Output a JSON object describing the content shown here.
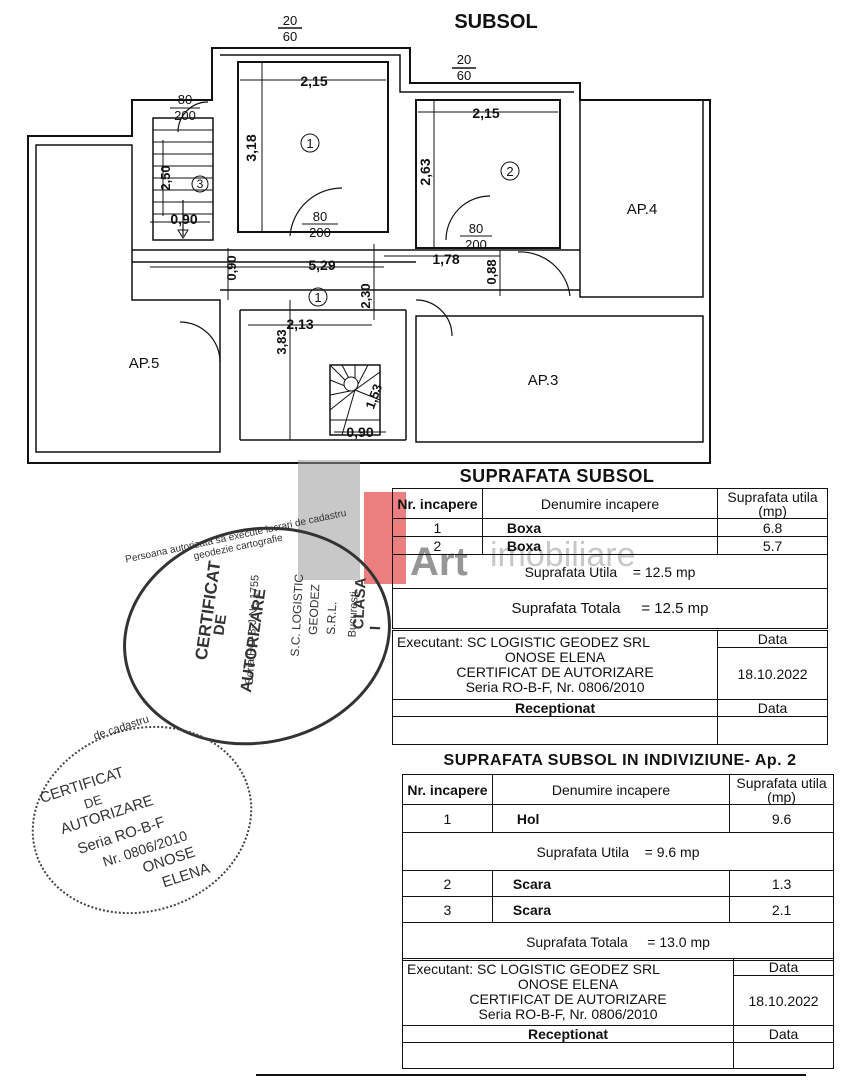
{
  "plan": {
    "title": "SUBSOL",
    "vent_top_left": {
      "num": "20",
      "den": "60"
    },
    "vent_top_right": {
      "num": "20",
      "den": "60"
    },
    "door_left": {
      "num": "80",
      "den": "200"
    },
    "door_center": {
      "num": "80",
      "den": "200"
    },
    "door_right": {
      "num": "80",
      "den": "200"
    },
    "dims": {
      "room1_width": "2,15",
      "room1_height": "3,18",
      "room2_width": "2,15",
      "room2_height": "2,63",
      "stair_top_height": "2,50",
      "stair_top_width": "0,90",
      "hall_height_left": "0,90",
      "hall_length": "5,29",
      "hall_right": "1,78",
      "hall_right_height": "0,88",
      "hall_lower_height": "2,30",
      "hall_lower_width": "2,13",
      "hall_lower_total": "3,83",
      "stair_bottom_height": "1,53",
      "stair_bottom_width": "0,90"
    },
    "labels": {
      "room1": "1",
      "room2": "2",
      "room3": "3",
      "hall": "1",
      "stairs2": "2",
      "ap4": "AP.4",
      "ap5": "AP.5",
      "ap3": "AP.3"
    }
  },
  "watermark": {
    "word": "Art",
    "subword": "imobiliare"
  },
  "table1": {
    "heading": "SUPRAFATA SUBSOL",
    "col_nr": "Nr. incapere",
    "col_name": "Denumire incapere",
    "col_area": "Suprafata utila (mp)",
    "rows": [
      {
        "nr": "1",
        "name": "Boxa",
        "area": "6.8"
      },
      {
        "nr": "2",
        "name": "Boxa",
        "area": "5.7"
      }
    ],
    "utila_label": "Suprafata Utila",
    "utila_value": "= 12.5 mp",
    "totala_label": "Suprafata Totala",
    "totala_value": "= 12.5 mp",
    "exec_line1": "Executant: SC LOGISTIC GEODEZ SRL",
    "exec_line2": "ONOSE ELENA",
    "exec_line3": "CERTIFICAT DE AUTORIZARE",
    "exec_line4": "Seria RO-B-F, Nr. 0806/2010",
    "data_label": "Data",
    "data_value": "18.10.2022",
    "receptionat": "Receptionat",
    "data_label2": "Data"
  },
  "table2": {
    "heading": "SUPRAFATA  SUBSOL IN INDIVIZIUNE- Ap. 2",
    "col_nr": "Nr. incapere",
    "col_name": "Denumire incapere",
    "col_area": "Suprafata utila (mp)",
    "row1": {
      "nr": "1",
      "name": "Hol",
      "area": "9.6"
    },
    "utila_label": "Suprafata Utila",
    "utila_value": "= 9.6  mp",
    "rows2": [
      {
        "nr": "2",
        "name": "Scara",
        "area": "1.3"
      },
      {
        "nr": "3",
        "name": "Scara",
        "area": "2.1"
      }
    ],
    "totala_label": "Suprafata Totala",
    "totala_value": "= 13.0 mp",
    "exec_line1": "Executant: SC LOGISTIC GEODEZ SRL",
    "exec_line2": "ONOSE ELENA",
    "exec_line3": "CERTIFICAT DE AUTORIZARE",
    "exec_line4": "Seria RO-B-F, Nr. 0806/2010",
    "data_label": "Data",
    "data_value": "18.10.2022",
    "receptionat": "Receptionat",
    "data_label2": "Data"
  },
  "stamp1": {
    "ring": "Persoana autorizata sa execute lucrari de cadastru geodezie cartografie",
    "center1": "CERTIFICAT",
    "center2": "DE",
    "center3": "AUTORIZARE",
    "serie": "Seria RO-B-J  Nr. 1755",
    "firm1": "S.C. LOGISTIC",
    "firm2": "GEODEZ",
    "firm3": "S.R.L.",
    "city": "Bucuresti",
    "clasa": "CLASA I"
  },
  "stamp2": {
    "ring": "de cadastru",
    "center1": "CERTIFICAT",
    "center2": "DE",
    "center3": "AUTORIZARE",
    "serie": "Seria RO-B-F",
    "nr": "Nr. 0806/2010",
    "name1": "ONOSE",
    "name2": "ELENA"
  }
}
